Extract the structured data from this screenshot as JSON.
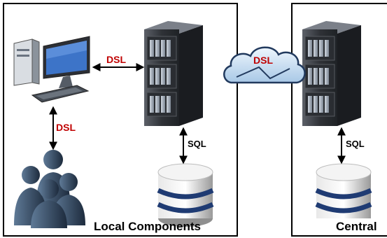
{
  "labels": {
    "dsl_pc_server": "DSL",
    "dsl_users_pc": "DSL",
    "dsl_cloud": "DSL",
    "sql_local": "SQL",
    "sql_central": "SQL"
  },
  "captions": {
    "local": "Local Components",
    "central": "Central"
  },
  "colors": {
    "dsl_text": "#c00000",
    "panel_border": "#000000",
    "server_body": "#3a3d42",
    "database_blue": "#1f3b73",
    "cloud_fill": "#cfe3f5",
    "people_fill": "#2c3e55"
  },
  "icons": {
    "workstation": "desktop-computer-icon",
    "server_local": "server-rack-icon",
    "server_central": "server-rack-icon",
    "database_local": "database-icon",
    "database_central": "database-icon",
    "users": "user-group-icon",
    "cloud": "cloud-network-icon"
  }
}
